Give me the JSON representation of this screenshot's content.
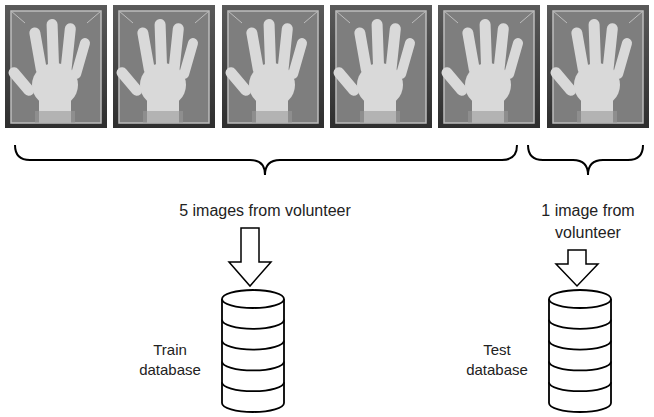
{
  "diagram": {
    "nodes": [
      {
        "text": [
          "Train database"
        ]
      },
      {
        "text": [
          "Test database"
        ]
      }
    ],
    "labels": [
      "5 images from volunteer",
      "1 image from volunteer"
    ]
  }
}
